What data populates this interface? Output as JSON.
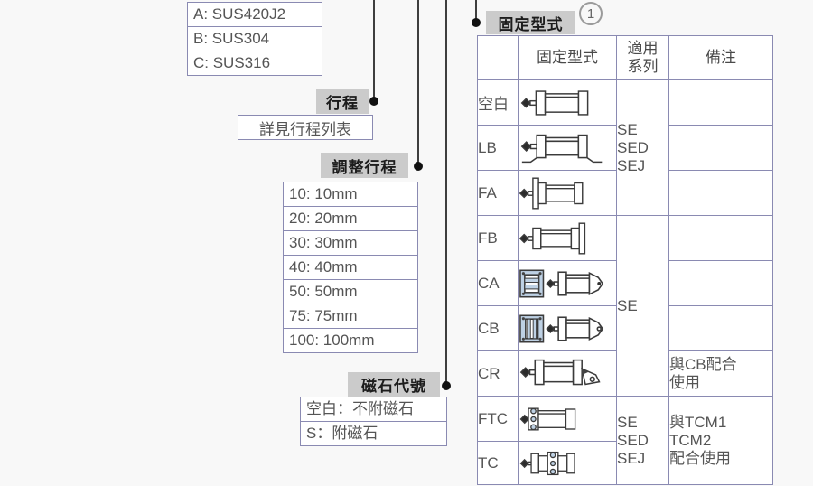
{
  "colors": {
    "border_blue": "#8a8ab2",
    "label_gray_bg": "#cbcbcb",
    "leader_line": "#3f3f3f",
    "bracket_fill": "#bed1e4",
    "icon_stroke": "#3b3b3b"
  },
  "material_table": {
    "rows": [
      "A: SUS420J2",
      "B: SUS304",
      "C: SUS316"
    ]
  },
  "stroke": {
    "label": "行程",
    "detail": "詳見行程列表"
  },
  "adjust_stroke": {
    "label": "調整行程",
    "rows": [
      "10: 10mm",
      "20: 20mm",
      "30: 30mm",
      "40: 40mm",
      "50: 50mm",
      "75: 75mm",
      "100: 100mm"
    ]
  },
  "magnet": {
    "label": "磁石代號",
    "rows": [
      "空白：不附磁石",
      "S：附磁石"
    ]
  },
  "mounting": {
    "label": "固定型式",
    "footnote_mark": "1",
    "header": {
      "col_type": "固定型式",
      "col_series_l1": "適用",
      "col_series_l2": "系列",
      "col_note": "備注"
    },
    "rows": [
      {
        "code": "空白",
        "icon": "basic-cylinder"
      },
      {
        "code": "LB",
        "icon": "foot-bracket"
      },
      {
        "code": "FA",
        "icon": "front-flange"
      },
      {
        "code": "FB",
        "icon": "rear-flange"
      },
      {
        "code": "CA",
        "icon": "rear-clevis-single"
      },
      {
        "code": "CB",
        "icon": "rear-clevis-double"
      },
      {
        "code": "CR",
        "icon": "rod-clevis"
      },
      {
        "code": "FTC",
        "icon": "front-trunnion"
      },
      {
        "code": "TC",
        "icon": "center-trunnion"
      }
    ],
    "series_groups": [
      {
        "lines": [
          "SE",
          "SED",
          "SEJ"
        ]
      },
      {
        "lines": [
          "SE"
        ]
      },
      {
        "lines": [
          "SE",
          "SED",
          "SEJ"
        ]
      }
    ],
    "notes": {
      "cr": [
        "與CB配合",
        "使用"
      ],
      "ftc_tc": [
        "與TCM1",
        "TCM2",
        "配合使用"
      ]
    }
  }
}
